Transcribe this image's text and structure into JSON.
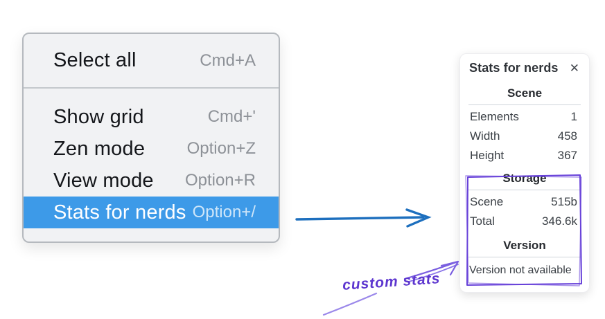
{
  "context_menu": {
    "groups": [
      {
        "items": [
          {
            "label": "Select all",
            "shortcut": "Cmd+A",
            "active": false
          }
        ]
      },
      {
        "items": [
          {
            "label": "Show grid",
            "shortcut": "Cmd+'",
            "active": false
          },
          {
            "label": "Zen mode",
            "shortcut": "Option+Z",
            "active": false
          },
          {
            "label": "View mode",
            "shortcut": "Option+R",
            "active": false
          },
          {
            "label": "Stats for nerds",
            "shortcut": "Option+/",
            "active": true
          }
        ]
      }
    ]
  },
  "stats_panel": {
    "title": "Stats for nerds",
    "close_icon": "✕",
    "scene_section": {
      "heading": "Scene",
      "rows": [
        {
          "label": "Elements",
          "value": "1"
        },
        {
          "label": "Width",
          "value": "458"
        },
        {
          "label": "Height",
          "value": "367"
        }
      ]
    },
    "storage_section": {
      "heading": "Storage",
      "rows": [
        {
          "label": "Scene",
          "value": "515b"
        },
        {
          "label": "Total",
          "value": "346.6k"
        }
      ]
    },
    "version_section": {
      "heading": "Version",
      "note": "Version not available"
    }
  },
  "annotation": {
    "label": "custom stats"
  },
  "colors": {
    "menu_highlight": "#3d9ae8",
    "flow_arrow_blue": "#1d6fbe",
    "annotation_purple": "#6741d9",
    "annotation_purple_light": "#8a74e8"
  }
}
